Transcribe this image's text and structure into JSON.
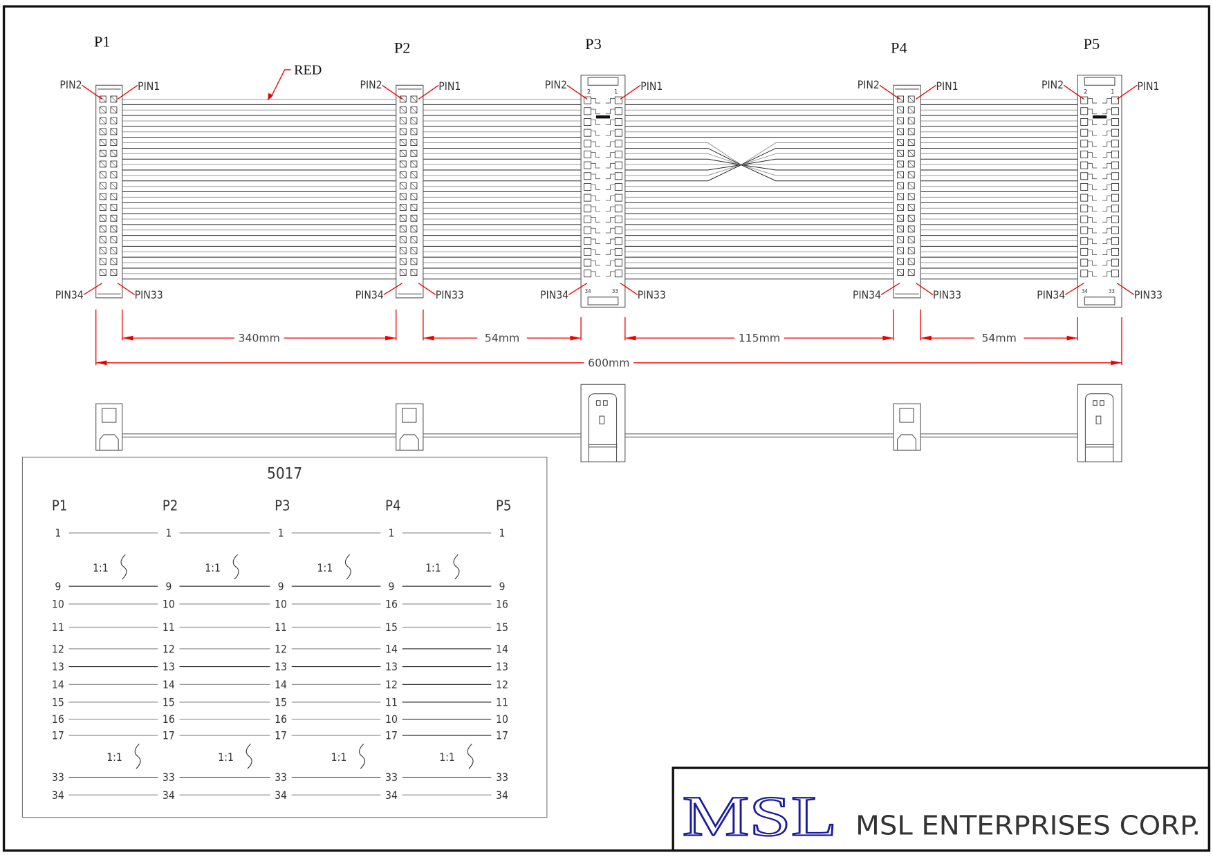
{
  "connectors": [
    {
      "id": "P1",
      "type": "plain"
    },
    {
      "id": "P2",
      "type": "plain"
    },
    {
      "id": "P3",
      "type": "header"
    },
    {
      "id": "P4",
      "type": "plain"
    },
    {
      "id": "P5",
      "type": "header"
    }
  ],
  "pin_labels": {
    "pin1": "PIN1",
    "pin2": "PIN2",
    "pin33": "PIN33",
    "pin34": "PIN34"
  },
  "red_label": "RED",
  "header_numbers": {
    "top_left": "2",
    "top_right": "1",
    "bottom_left": "34",
    "bottom_right": "33"
  },
  "dimensions": {
    "p1_p2": "340mm",
    "p2_p3": "54mm",
    "p3_p4": "115mm",
    "p4_p5": "54mm",
    "total": "600mm"
  },
  "colors": {
    "dimension": "#e00000",
    "logo": "#1a1aa0",
    "line": "#333333"
  },
  "table": {
    "title": "5017",
    "headers": [
      "P1",
      "P2",
      "P3",
      "P4",
      "P5"
    ],
    "ratio_label": "1:1",
    "rows": [
      [
        "1",
        "1",
        "1",
        "1",
        "1"
      ],
      [
        "9",
        "9",
        "9",
        "9",
        "9"
      ],
      [
        "10",
        "10",
        "10",
        "16",
        "16"
      ],
      [
        "11",
        "11",
        "11",
        "15",
        "15"
      ],
      [
        "12",
        "12",
        "12",
        "14",
        "14"
      ],
      [
        "13",
        "13",
        "13",
        "13",
        "13"
      ],
      [
        "14",
        "14",
        "14",
        "12",
        "12"
      ],
      [
        "15",
        "15",
        "15",
        "11",
        "11"
      ],
      [
        "16",
        "16",
        "16",
        "10",
        "10"
      ],
      [
        "17",
        "17",
        "17",
        "17",
        "17"
      ],
      [
        "33",
        "33",
        "33",
        "33",
        "33"
      ],
      [
        "34",
        "34",
        "34",
        "34",
        "34"
      ]
    ]
  },
  "title_block": {
    "logo": "MSL",
    "company": "MSL ENTERPRISES CORP."
  }
}
